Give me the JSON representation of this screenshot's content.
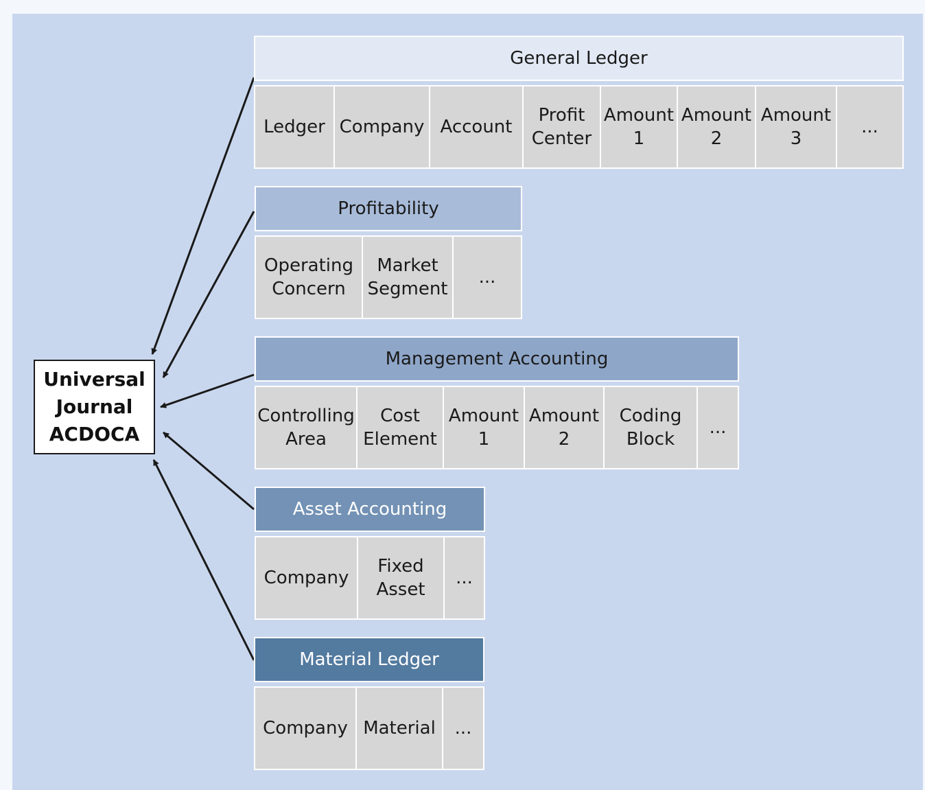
{
  "universal_journal": {
    "line1": "Universal",
    "line2": "Journal",
    "line3": "ACDOCA"
  },
  "modules": [
    {
      "title": "General Ledger",
      "header_color": "#e2e9f4",
      "header_text_color": "#1a1a1a",
      "fields": [
        "Ledger",
        "Company",
        "Account",
        "Profit\nCenter",
        "Amount\n1",
        "Amount\n2",
        "Amount\n3",
        "..."
      ]
    },
    {
      "title": "Profitability",
      "header_color": "#a8bcd9",
      "header_text_color": "#1a1a1a",
      "fields": [
        "Operating\nConcern",
        "Market\nSegment",
        "..."
      ]
    },
    {
      "title": "Management Accounting",
      "header_color": "#8ea6c8",
      "header_text_color": "#1a1a1a",
      "fields": [
        "Controlling\nArea",
        "Cost\nElement",
        "Amount\n1",
        "Amount\n2",
        "Coding\nBlock",
        "..."
      ]
    },
    {
      "title": "Asset Accounting",
      "header_color": "#7392b5",
      "header_text_color": "#ffffff",
      "fields": [
        "Company",
        "Fixed\nAsset",
        "..."
      ]
    },
    {
      "title": "Material Ledger",
      "header_color": "#537a9f",
      "header_text_color": "#ffffff",
      "fields": [
        "Company",
        "Material",
        "..."
      ]
    }
  ],
  "colors": {
    "background": "#c9d7ee",
    "cell": "#d6d6d6",
    "arrow": "#1a1a1a"
  }
}
